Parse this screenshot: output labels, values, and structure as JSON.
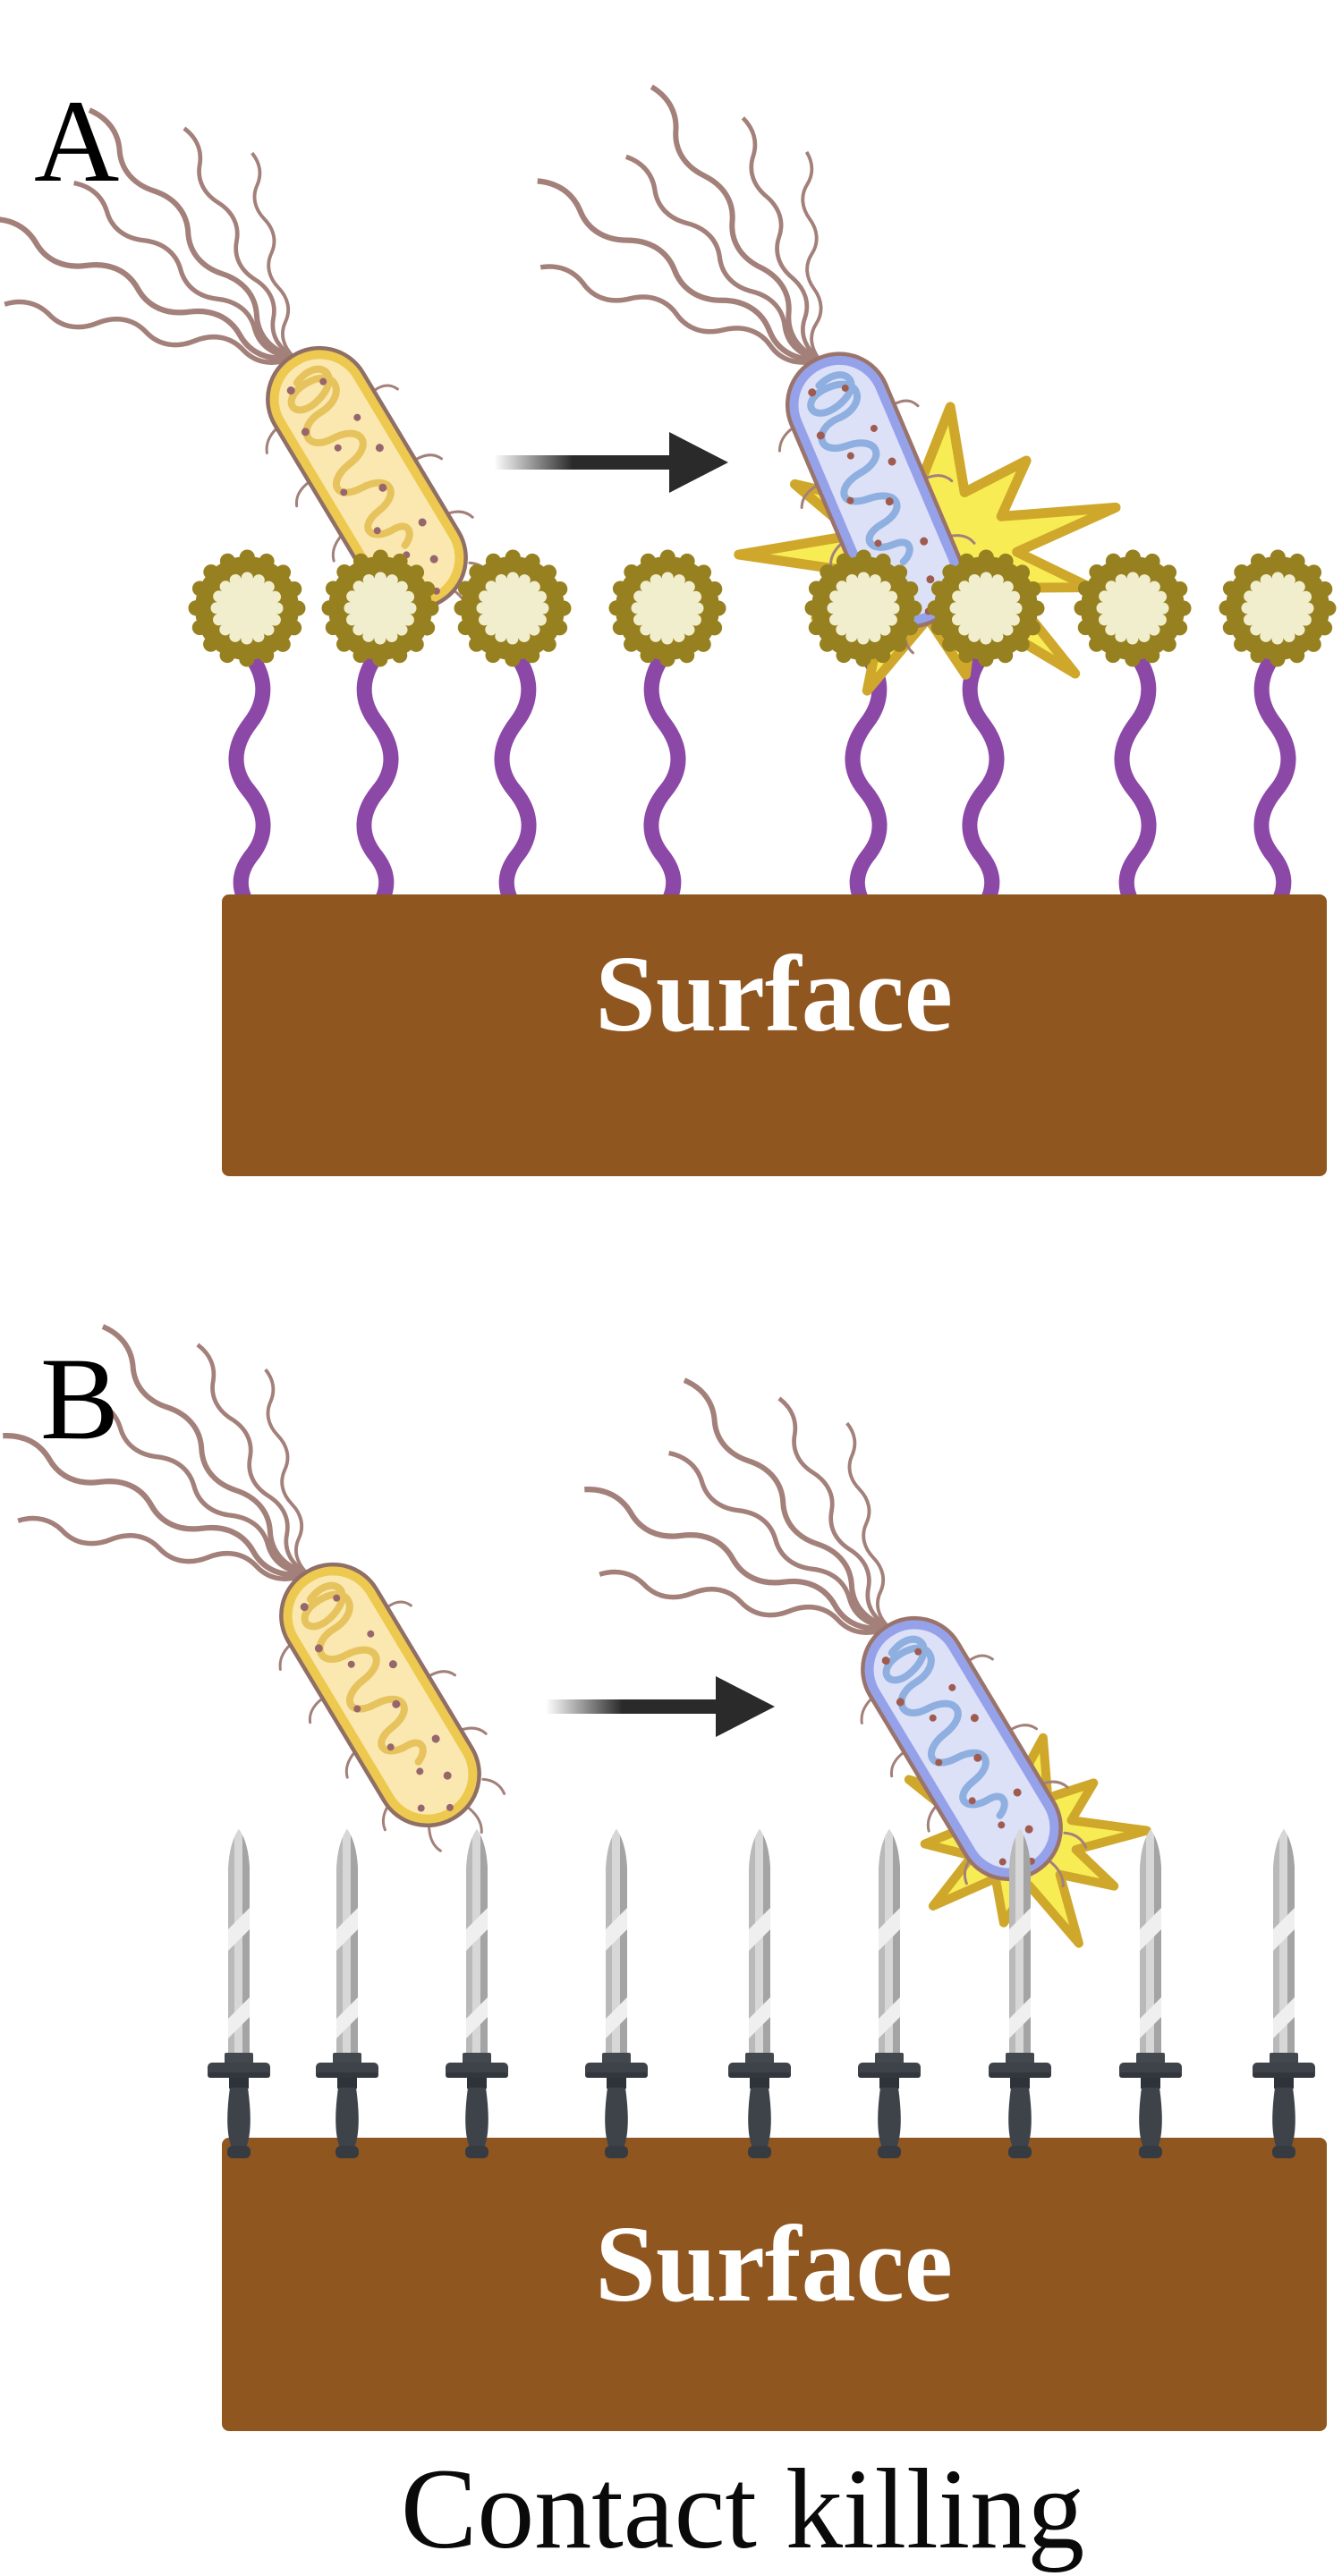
{
  "figure": {
    "background": "#ffffff"
  },
  "panels": {
    "a": {
      "label": "A",
      "surface_label": "Surface",
      "brush_count": 8,
      "bacteria": {
        "live": "live-bacterium",
        "dead": "dead-bacterium"
      }
    },
    "b": {
      "label": "B",
      "surface_label": "Surface",
      "pillar_count": 9,
      "bacteria": {
        "live": "live-bacterium",
        "dead": "dead-bacterium"
      }
    }
  },
  "caption": "Contact killing",
  "colors": {
    "background": "#ffffff",
    "surface_brown": "#8F561F",
    "surface_text": "#ffffff",
    "live_cell_fill": "#FAE8B0",
    "live_cell_border": "#EEC94F",
    "live_cell_outline": "#8F6F66",
    "live_dna": "#E6C35D",
    "live_dots": "#96666C",
    "dead_cell_fill": "#DCE1F8",
    "dead_cell_border": "#95A2EA",
    "dead_cell_outline": "#9A746B",
    "dead_dna": "#8EAFDF",
    "dead_dots": "#A05B4F",
    "flagella": "#A3807A",
    "burst_fill": "#F8EC55",
    "burst_stroke": "#CFA82B",
    "gear_ring": "#97801F",
    "gear_center": "#F1EECE",
    "polymer_stem": "#8B48A6",
    "arrow": "#2B2A2A",
    "sword_blade": "#B9B9B9",
    "sword_blade_light": "#D7D7D7",
    "sword_blade_dark": "#A4A4A4",
    "sword_hilt": "#3E434A"
  }
}
